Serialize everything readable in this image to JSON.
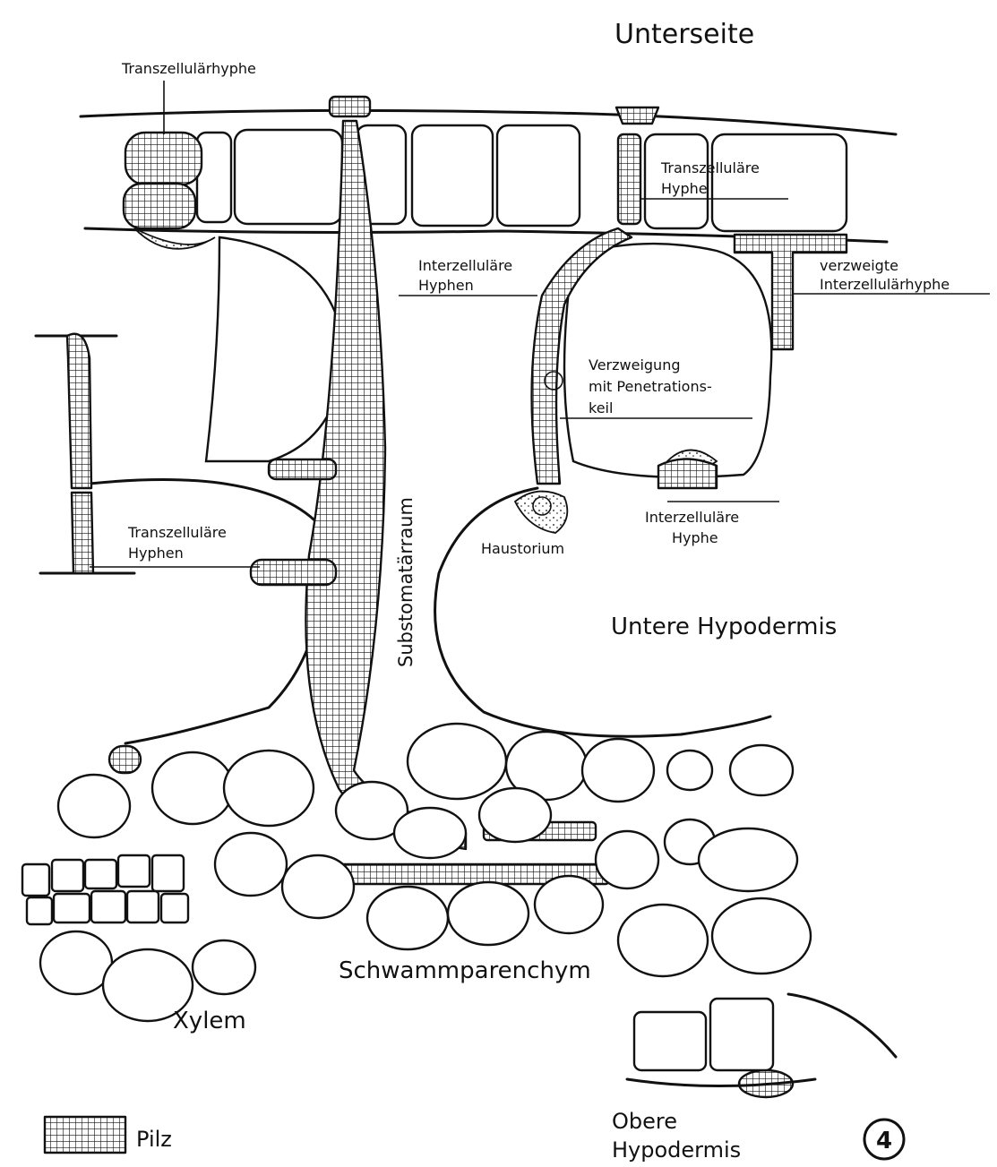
{
  "title": "Unterseite",
  "labels": {
    "transzellularhyphe_top": "Transzellulärhyphe",
    "transzellulare_hyphe_right": [
      "Transzelluläre",
      "Hyphe"
    ],
    "interzellulare_hyphen": [
      "Interzelluläre",
      "Hyphen"
    ],
    "verzweigte": [
      "verzweigte",
      "Interzellulärhyphe"
    ],
    "verzweigung": [
      "Verzweigung",
      "mit Penetrations-",
      "keil"
    ],
    "substomatarraum": "Substomatärraum",
    "transzellulare_hyphen_left": [
      "Transzelluläre",
      "Hyphen"
    ],
    "haustorium": "Haustorium",
    "interzellulare_hyphe_bottom": [
      "Interzelluläre",
      "Hyphe"
    ],
    "untere_hypodermis": "Untere Hypodermis",
    "schwammparenchym": "Schwammparenchym",
    "xylem": "Xylem",
    "obere_hypodermis": [
      "Obere",
      "Hypodermis"
    ]
  },
  "legend": {
    "label": "Pilz"
  },
  "figure_number": "4"
}
